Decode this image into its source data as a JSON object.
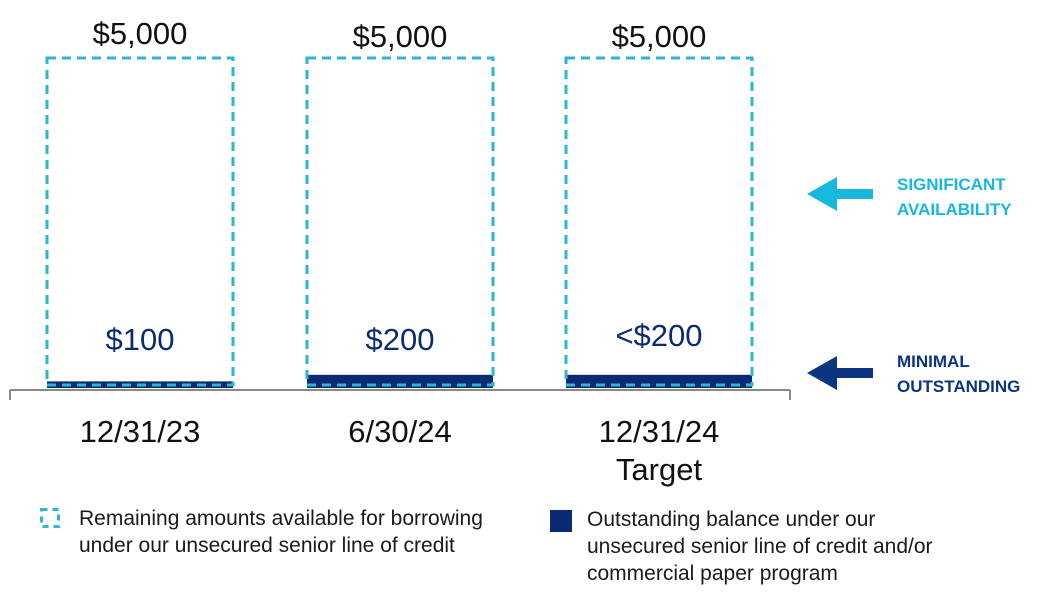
{
  "colors": {
    "available": "#2bb7cc",
    "outstanding": "#0a2a73",
    "callout_available": "#16b8dc",
    "callout_outstanding": "#0a3582",
    "axis": "#888888",
    "text": "#111111"
  },
  "chart_data": {
    "type": "bar",
    "stacked": true,
    "categories": [
      [
        "12/31/23"
      ],
      [
        "6/30/24"
      ],
      [
        "12/31/24",
        "Target"
      ]
    ],
    "series": [
      {
        "name": "Outstanding balance under our unsecured senior line of credit and/or commercial paper program",
        "values": [
          100,
          200,
          200
        ],
        "style": "solid"
      },
      {
        "name": "Remaining amounts available for borrowing under our unsecured senior line of credit",
        "values": [
          4900,
          4800,
          4800
        ],
        "style": "dashed-outline"
      }
    ],
    "total_labels": [
      "$5,000",
      "$5,000",
      "$5,000"
    ],
    "outstanding_labels": [
      "$100",
      "$200",
      "<$200"
    ],
    "ylim": [
      0,
      5000
    ],
    "grid": false,
    "legend_position": "bottom",
    "callouts": [
      {
        "text": [
          "SIGNIFICANT",
          "AVAILABILITY"
        ],
        "target": "available",
        "icon": "arrow-left-icon"
      },
      {
        "text": [
          "MINIMAL",
          "OUTSTANDING"
        ],
        "target": "outstanding",
        "icon": "arrow-left-icon"
      }
    ]
  },
  "legend": {
    "available": [
      "Remaining amounts available for borrowing",
      "under our unsecured senior line of credit"
    ],
    "outstanding": [
      "Outstanding balance under our",
      "unsecured senior line of credit and/or",
      "commercial paper program"
    ]
  }
}
